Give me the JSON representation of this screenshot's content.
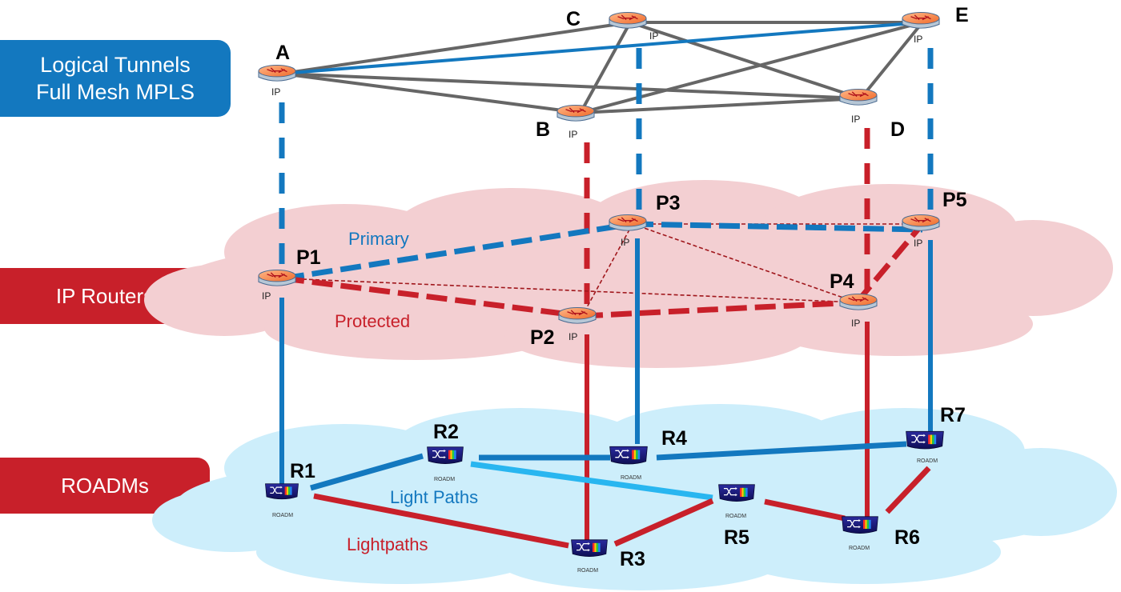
{
  "badges": {
    "logical": "Logical Tunnels\nFull Mesh MPLS",
    "ip_routers": "IP Routers",
    "roadms": "ROADMs"
  },
  "router_tag": "IP",
  "roadm_tag": "ROADM",
  "logical_nodes": {
    "A": "A",
    "B": "B",
    "C": "C",
    "D": "D",
    "E": "E"
  },
  "ip_nodes": {
    "P1": "P1",
    "P2": "P2",
    "P3": "P3",
    "P4": "P4",
    "P5": "P5"
  },
  "roadm_nodes": {
    "R1": "R1",
    "R2": "R2",
    "R3": "R3",
    "R4": "R4",
    "R5": "R5",
    "R6": "R6",
    "R7": "R7"
  },
  "annotations": {
    "primary": "Primary",
    "protected": "Protected",
    "light_paths": "Light Paths",
    "lightpaths": "Lightpaths"
  },
  "colors": {
    "blue": "#1378bf",
    "light_blue": "#29b6f0",
    "red": "#c8202a",
    "dark_red": "#a0171c",
    "gray": "#666666",
    "ip_cloud": "#f3cfd2",
    "optical_cloud": "#cdeefb"
  },
  "icons": {
    "router": "router-icon",
    "roadm": "roadm-icon"
  }
}
